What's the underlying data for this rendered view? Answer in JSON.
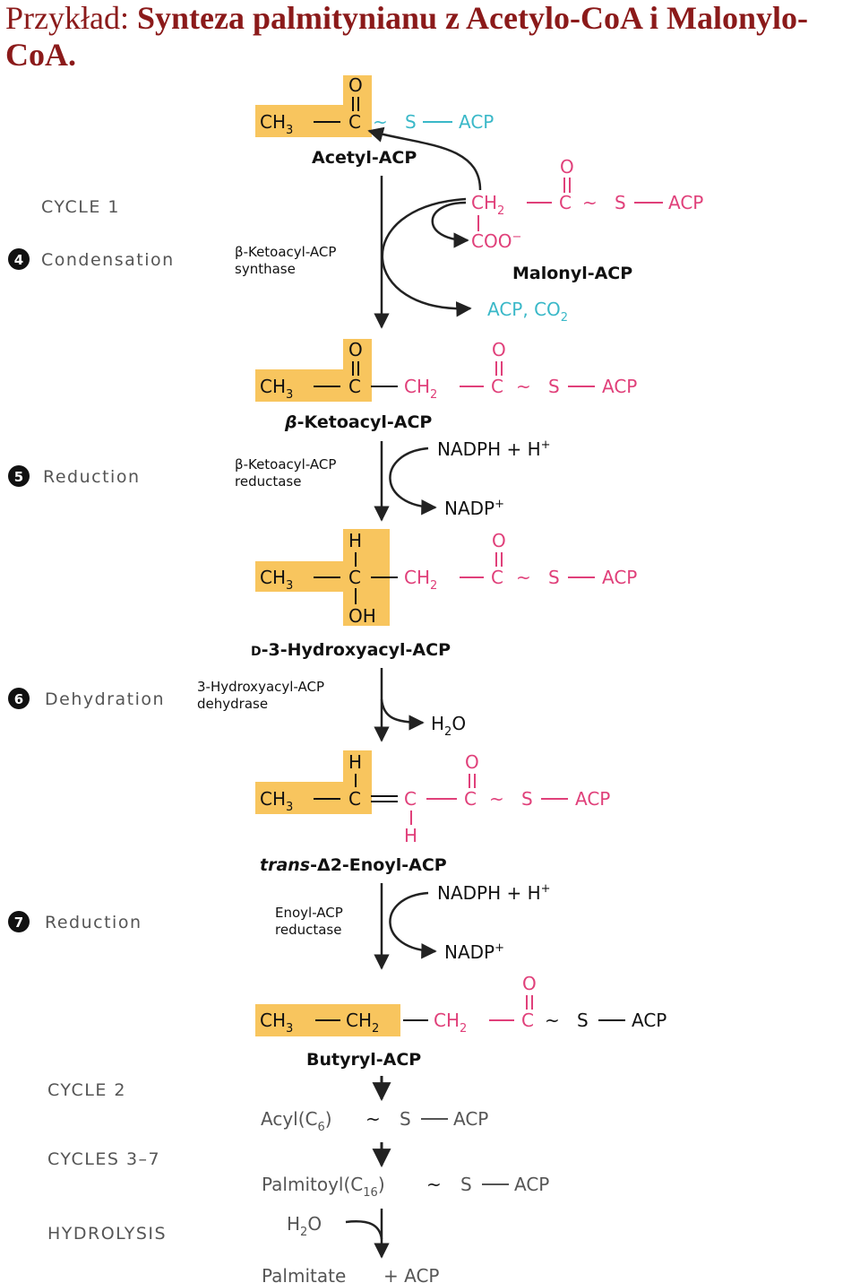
{
  "title": {
    "prefix": "Przykład:",
    "main": "Synteza palmitynianu z Acetylo-CoA i Malonylo-CoA."
  },
  "colors": {
    "highlight": "#f8c55e",
    "title": "#8b1a1a",
    "pink": "#e0407a",
    "cyan": "#3ab8c8"
  },
  "labels": {
    "cycle1": "CYCLE 1",
    "cycle2": "CYCLE 2",
    "cycles37": "CYCLES 3–7",
    "hydrolysis": "HYDROLYSIS"
  },
  "steps": [
    {
      "num": "4",
      "name": "Condensation",
      "enzyme1": "β-Ketoacyl-ACP",
      "enzyme2": "synthase"
    },
    {
      "num": "5",
      "name": "Reduction",
      "enzyme1": "β-Ketoacyl-ACP",
      "enzyme2": "reductase"
    },
    {
      "num": "6",
      "name": "Dehydration",
      "enzyme1": "3-Hydroxyacyl-ACP",
      "enzyme2": "dehydrase"
    },
    {
      "num": "7",
      "name": "Reduction",
      "enzyme1": "Enoyl-ACP",
      "enzyme2": "reductase"
    }
  ],
  "molecules": {
    "acetyl": "Acetyl-ACP",
    "malonyl": "Malonyl-ACP",
    "ketoacyl_prefix": "β",
    "ketoacyl": "-Ketoacyl-ACP",
    "hydroxy_prefix": "D",
    "hydroxy": "-3-Hydroxyacyl-ACP",
    "enoyl_prefix": "trans",
    "enoyl": "-Δ2-Enoyl-ACP",
    "butyryl": "Butyryl-ACP"
  },
  "cofactors": {
    "nadph": "NADPH + H",
    "nadp": "NADP",
    "plus": "+",
    "acp_co2": "ACP, CO",
    "two": "2",
    "water": "H",
    "water_o": "O"
  },
  "atoms": {
    "C": "C",
    "O": "O",
    "H": "H",
    "S": "S",
    "ACP": "ACP",
    "OH": "OH",
    "CH": "CH",
    "three": "3",
    "two": "2",
    "COO": "COO",
    "minus": "−",
    "dash": "—",
    "tilde": "~",
    "dbl": "="
  },
  "tail": {
    "acyl": "Acyl(C",
    "six": "6",
    "palmitoyl": "Palmitoyl(C",
    "sixteen": "16",
    "close": ")",
    "palmitate": "Palmitate",
    "plus_acp": "+ ACP"
  }
}
